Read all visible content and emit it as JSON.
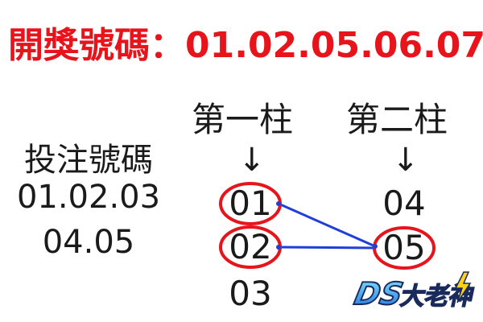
{
  "heading": {
    "label": "開獎號碼",
    "colon": "：",
    "numbers": "01.02.05.06.07",
    "color": "#e8141c"
  },
  "bet": {
    "title": "投注號碼",
    "line1": "01.02.03",
    "line2": "04.05"
  },
  "columns": [
    {
      "label": "第一柱",
      "arrow": "↓",
      "numbers": [
        "01",
        "02",
        "03"
      ],
      "circled": [
        "01",
        "02"
      ]
    },
    {
      "label": "第二柱",
      "arrow": "↓",
      "numbers": [
        "04",
        "05"
      ],
      "circled": [
        "05"
      ]
    }
  ],
  "connections": [
    {
      "from": "01",
      "to": "05"
    },
    {
      "from": "02",
      "to": "05"
    }
  ],
  "style": {
    "circle_color": "#e8141c",
    "line_color": "#1f3fd6"
  },
  "logo": {
    "text": "DS大老神",
    "icon": "lightning-logo"
  }
}
